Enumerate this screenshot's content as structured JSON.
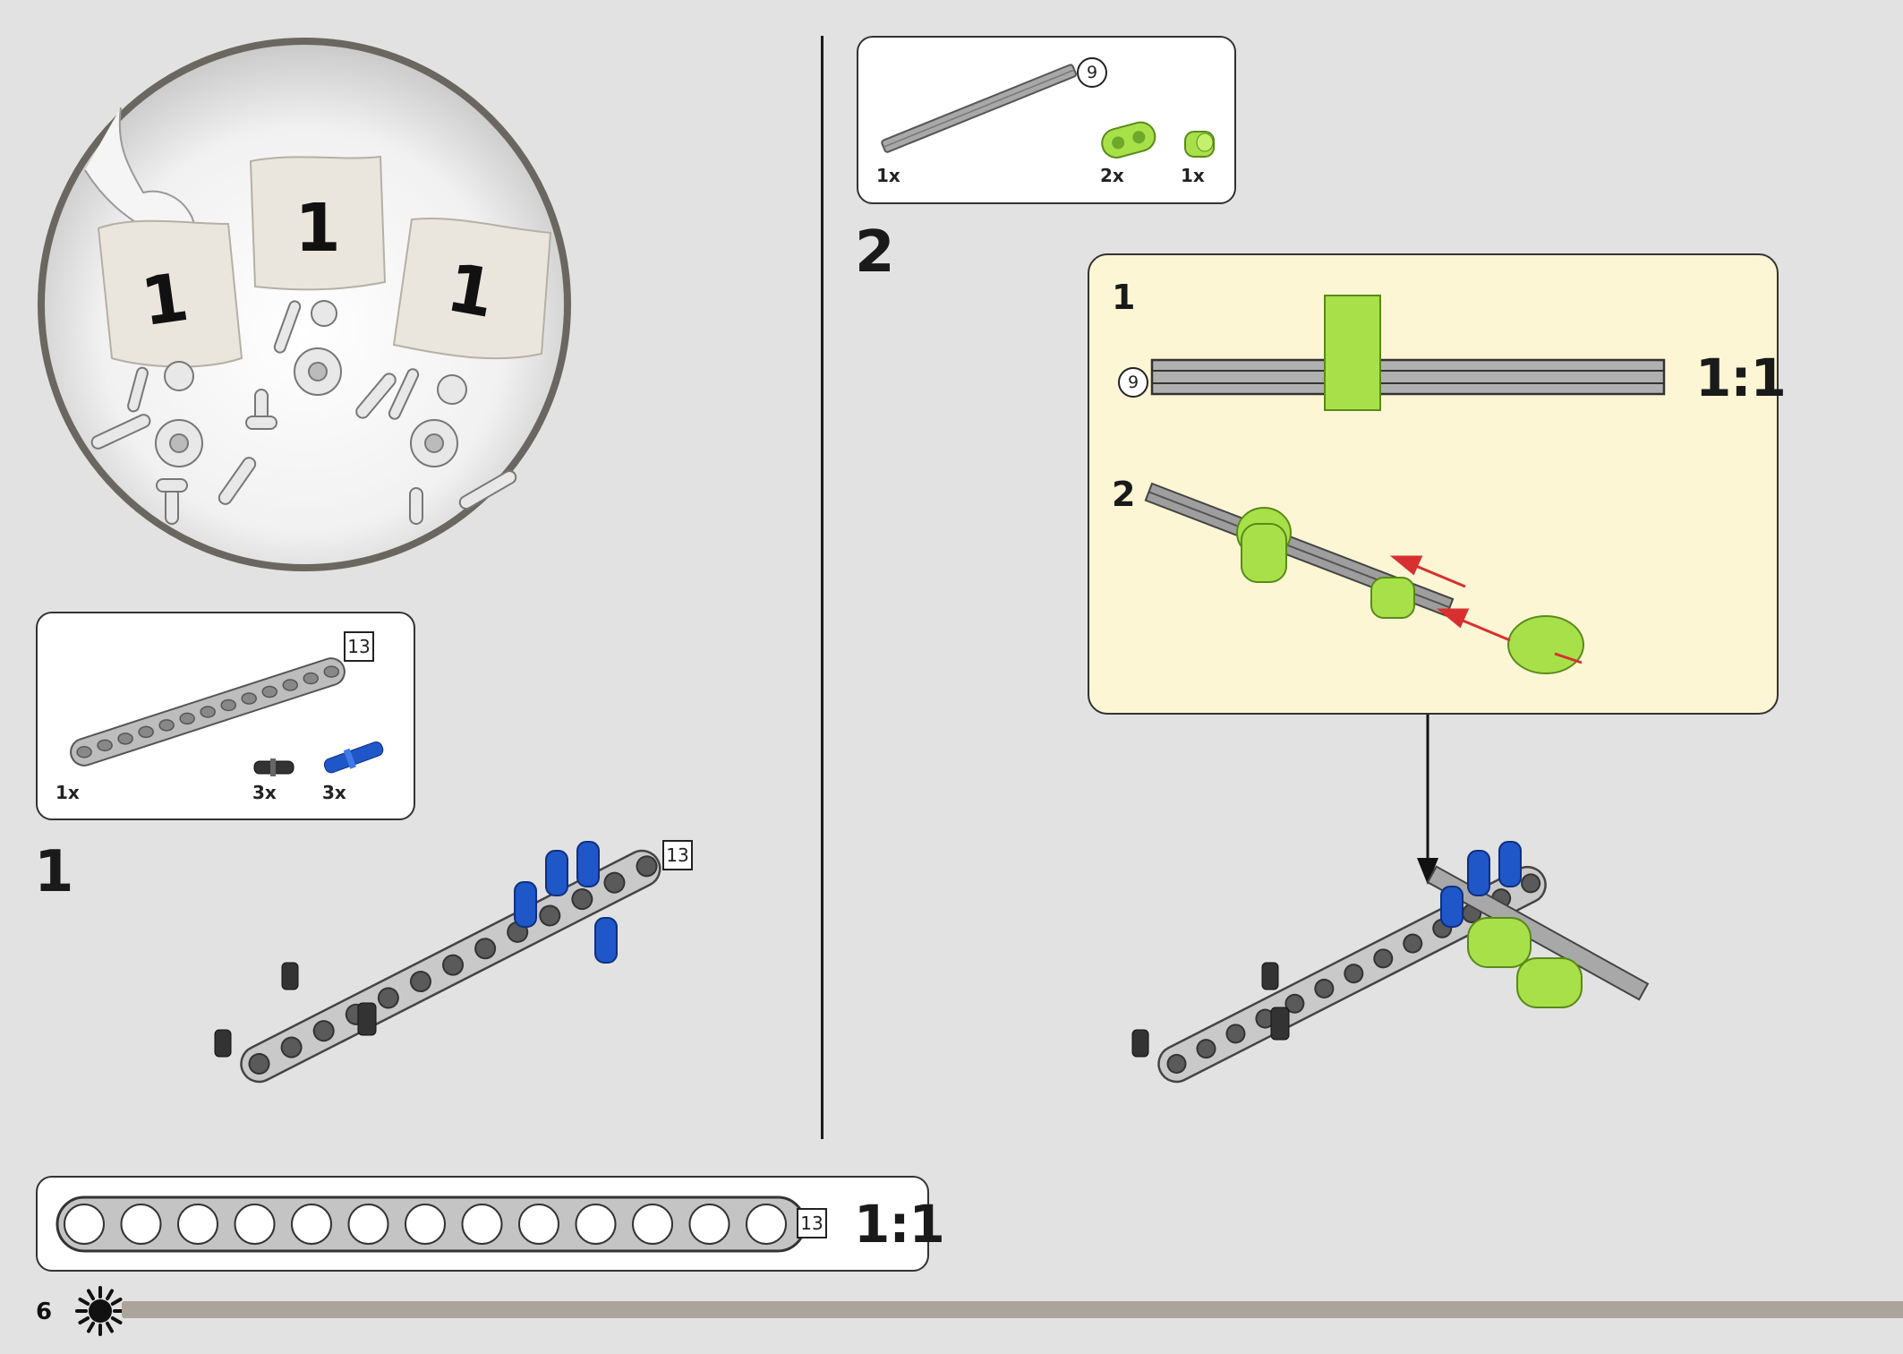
{
  "page": {
    "number": "6"
  },
  "colors": {
    "background": "#e2e2e2",
    "panel": "#ffffff",
    "callout_bg": "#fdf6d4",
    "beam_grey": "#a5a5a5",
    "lime": "#a8e04a",
    "blue_pin": "#1f57c8",
    "arrow_red": "#d83030",
    "footer_bar": "#aaa49b"
  },
  "bags_illustration": {
    "bag_labels": [
      "1",
      "1",
      "1"
    ]
  },
  "step1": {
    "number": "1",
    "parts": [
      {
        "qty": "1x",
        "part": "beam-13",
        "length": "13"
      },
      {
        "qty": "3x",
        "part": "black-friction-pin"
      },
      {
        "qty": "3x",
        "part": "blue-axle-pin"
      }
    ],
    "model_length_label": "13"
  },
  "step2": {
    "number": "2",
    "parts": [
      {
        "qty": "1x",
        "part": "axle-9",
        "length": "9"
      },
      {
        "qty": "2x",
        "part": "lime-double-connector"
      },
      {
        "qty": "1x",
        "part": "lime-bush"
      }
    ],
    "callout": {
      "substep1_label": "1",
      "substep2_label": "2",
      "axle_length": "9",
      "scale_label": "1:1"
    }
  },
  "ruler": {
    "length_label": "13",
    "scale_label": "1:1",
    "holes": 13
  },
  "icons": {
    "footer_badge": "sun-gear-icon"
  }
}
